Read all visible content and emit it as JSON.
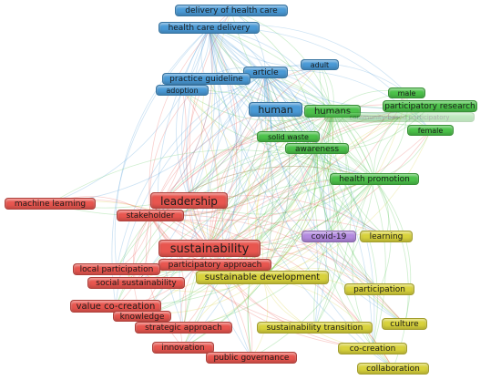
{
  "colors": {
    "red": "#e8564f",
    "blue": "#4a9ad6",
    "green": "#4cc24a",
    "yellow": "#d8d23c",
    "purple": "#b48be0"
  },
  "nodes": [
    {
      "id": "delivery-of-health-care",
      "label": "delivery of health care",
      "cluster": "blue"
    },
    {
      "id": "health-care-delivery",
      "label": "health care delivery",
      "cluster": "blue"
    },
    {
      "id": "adult",
      "label": "adult",
      "cluster": "blue"
    },
    {
      "id": "article",
      "label": "article",
      "cluster": "blue"
    },
    {
      "id": "practice-guideline",
      "label": "practice guideline",
      "cluster": "blue"
    },
    {
      "id": "adoption",
      "label": "adoption",
      "cluster": "blue"
    },
    {
      "id": "human",
      "label": "human",
      "cluster": "blue"
    },
    {
      "id": "male",
      "label": "male",
      "cluster": "green"
    },
    {
      "id": "participatory-research",
      "label": "participatory research",
      "cluster": "green"
    },
    {
      "id": "humans",
      "label": "humans",
      "cluster": "green"
    },
    {
      "id": "community-based-participatory",
      "label": "community-based participatory",
      "cluster": "green"
    },
    {
      "id": "female",
      "label": "female",
      "cluster": "green"
    },
    {
      "id": "solid-waste",
      "label": "solid waste",
      "cluster": "green"
    },
    {
      "id": "awareness",
      "label": "awareness",
      "cluster": "green"
    },
    {
      "id": "health-promotion",
      "label": "health promotion",
      "cluster": "green"
    },
    {
      "id": "machine-learning",
      "label": "machine learning",
      "cluster": "red"
    },
    {
      "id": "leadership",
      "label": "leadership",
      "cluster": "red"
    },
    {
      "id": "stakeholder",
      "label": "stakeholder",
      "cluster": "red"
    },
    {
      "id": "sustainability",
      "label": "sustainability",
      "cluster": "red"
    },
    {
      "id": "covid-19",
      "label": "covid-19",
      "cluster": "purple"
    },
    {
      "id": "learning",
      "label": "learning",
      "cluster": "yellow"
    },
    {
      "id": "participatory-approach",
      "label": "participatory approach",
      "cluster": "red"
    },
    {
      "id": "local-participation",
      "label": "local participation",
      "cluster": "red"
    },
    {
      "id": "sustainable-development",
      "label": "sustainable development",
      "cluster": "yellow"
    },
    {
      "id": "social-sustainability",
      "label": "social sustainability",
      "cluster": "red"
    },
    {
      "id": "participation",
      "label": "participation",
      "cluster": "yellow"
    },
    {
      "id": "value-co-creation",
      "label": "value co-creation",
      "cluster": "red"
    },
    {
      "id": "knowledge",
      "label": "knowledge",
      "cluster": "red"
    },
    {
      "id": "strategic-approach",
      "label": "strategic approach",
      "cluster": "red"
    },
    {
      "id": "sustainability-transition",
      "label": "sustainability transition",
      "cluster": "yellow"
    },
    {
      "id": "culture",
      "label": "culture",
      "cluster": "yellow"
    },
    {
      "id": "innovation",
      "label": "innovation",
      "cluster": "red"
    },
    {
      "id": "co-creation",
      "label": "co-creation",
      "cluster": "yellow"
    },
    {
      "id": "public-governance",
      "label": "public governance",
      "cluster": "red"
    },
    {
      "id": "collaboration",
      "label": "collaboration",
      "cluster": "yellow"
    }
  ]
}
